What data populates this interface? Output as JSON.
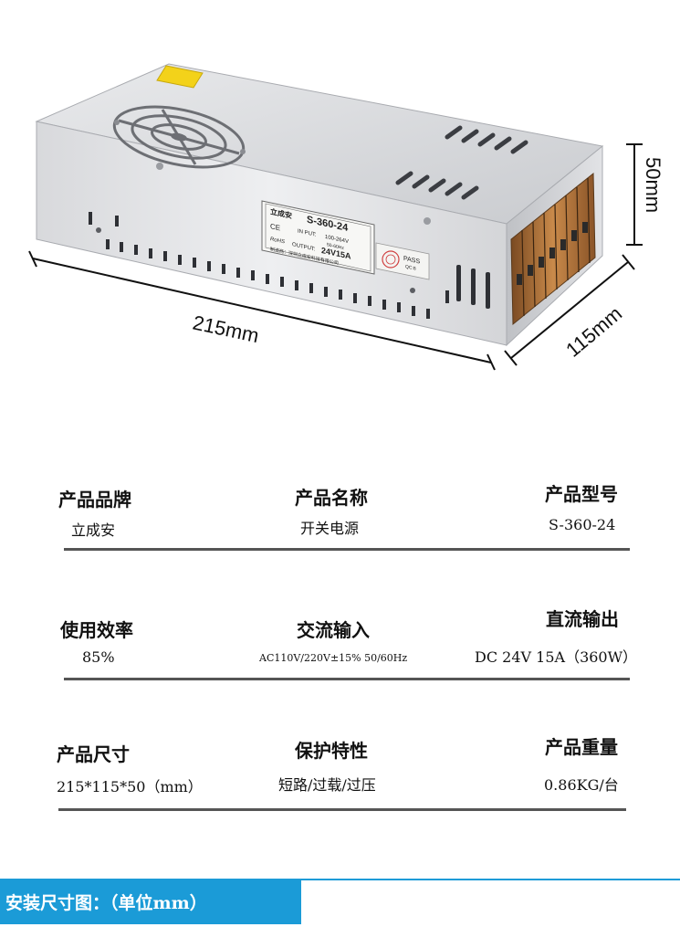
{
  "figure": {
    "dimensions": {
      "length": "215mm",
      "width": "115mm",
      "height": "50mm"
    },
    "nameplate": {
      "brand": "立成安",
      "model": "S-360-24",
      "input_label": "IN PUT:",
      "input_voltage": "100-264V",
      "input_freq": "50-60Hz",
      "output_label": "OUTPUT:",
      "output_value": "24V15A",
      "ce_mark": "CE",
      "rohs_mark": "RoHS",
      "maker": "制造商：深圳立成安科技有限公司"
    },
    "pass_sticker": {
      "text": "PASS",
      "qc": "QC:8"
    }
  },
  "specs": [
    {
      "items": [
        {
          "label": "产品品牌",
          "value": "立成安"
        },
        {
          "label": "产品名称",
          "value": "开关电源"
        },
        {
          "label": "产品型号",
          "value": "S-360-24"
        }
      ]
    },
    {
      "items": [
        {
          "label": "使用效率",
          "value": "85%"
        },
        {
          "label": "交流输入",
          "value": "AC110V/220V±15%  50/60Hz"
        },
        {
          "label": "直流输出",
          "value": "DC 24V 15A（360W）"
        }
      ]
    },
    {
      "items": [
        {
          "label": "产品尺寸",
          "value": "215*115*50（mm）"
        },
        {
          "label": "保护特性",
          "value": "短路/过载/过压"
        },
        {
          "label": "产品重量",
          "value": "0.86KG/台"
        }
      ]
    }
  ],
  "banner": {
    "title": "安装尺寸图：（单位mm）"
  },
  "colors": {
    "banner": "#1b9bd7",
    "divider": "#555555"
  }
}
